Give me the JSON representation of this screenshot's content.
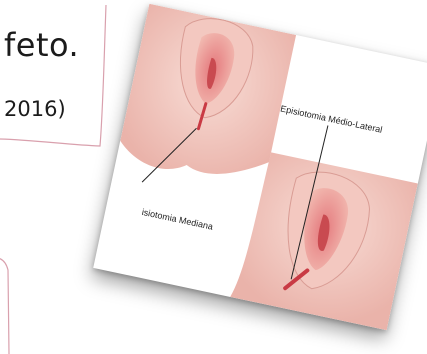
{
  "slide": {
    "text_line_1": "feto.",
    "text_line_2": "2016)"
  },
  "figure": {
    "label_median": "isiotomia Mediana",
    "label_mediolateral": "Episiotomia Médio-Lateral"
  },
  "colors": {
    "frame_line": "#d9a0ad",
    "skin_light": "#f4cfc8",
    "skin_mid": "#e9a9a2",
    "incision": "#c93a44"
  }
}
